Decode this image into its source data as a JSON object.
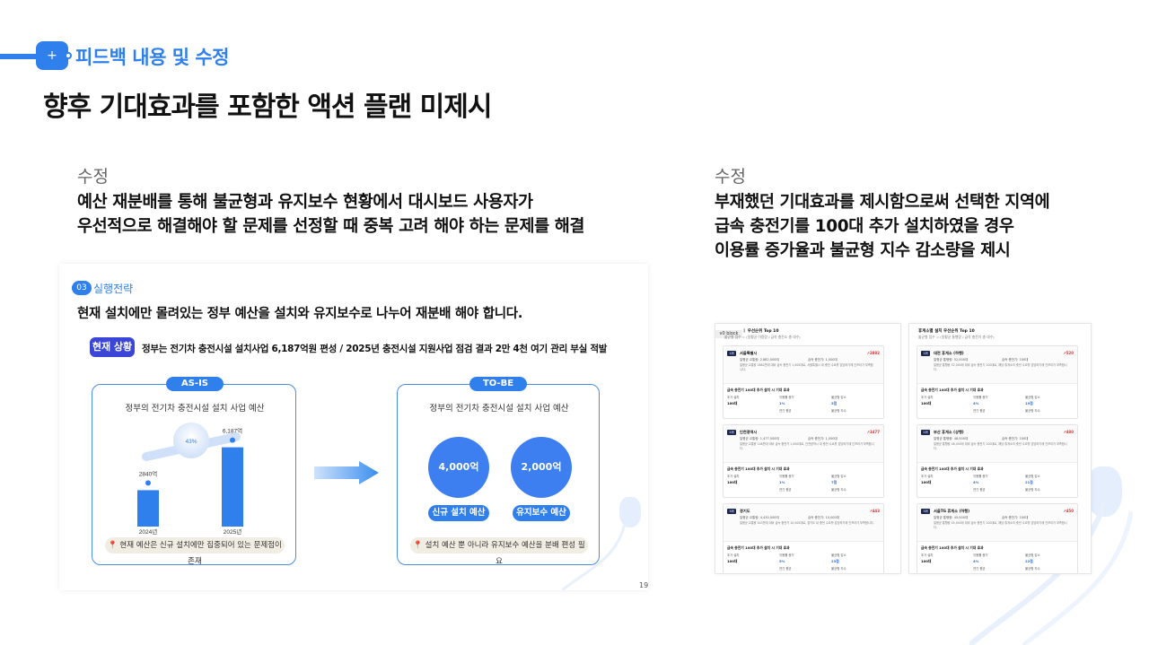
{
  "header": {
    "plus_icon": "plus-icon",
    "section_label": "피드백 내용 및 수정",
    "main_title": "향후 기대효과를 포함한 액션 플랜 미제시"
  },
  "left": {
    "label": "수정",
    "body_line1": "예산 재분배를 통해 불균형과 유지보수 현황에서 대시보드 사용자가",
    "body_line2": "우선적으로 해결해야 할 문제를 선정할 때 중복 고려 해야 하는 문제를 해결"
  },
  "right": {
    "label": "수정",
    "body_line1": "부재했던 기대효과를 제시함으로써 선택한 지역에",
    "body_line2": "급속 충전기를 100대 추가 설치하였을 경우",
    "body_line3": "이용률 증가율과 불균형 지수 감소량을 제시"
  },
  "slide": {
    "section_num": "03",
    "section_title": "실행전략",
    "headline": "현재 설치에만 몰려있는 정부 예산을 설치와 유지보수로 나누어 재분배 해야 합니다.",
    "badge": "현재 상황",
    "badge_text": "정부는 전기차 충전시설 설치사업 6,187억원 편성 / 2025년 충전시설 지원사업 점검 결과 2만 4천 여기 관리 부실 적발",
    "asis": {
      "tab": "AS-IS",
      "title": "정부의 전기차 충전시설 설치 사업 예산",
      "growth": "43%",
      "note": "현재 예산은 신규 설치에만 집중되어 있는 문제점이 존재"
    },
    "tobe": {
      "tab": "TO-BE",
      "title": "정부의 전기차 충전시설 설치 사업 예산",
      "circle1": "4,000억",
      "circle2": "2,000억",
      "chip1": "신규 설치 예산",
      "chip2": "유지보수 예산",
      "note": "설치 예산 뿐 아니라 유지보수 예산을 분배 편성 필요"
    },
    "page_number": "19",
    "pin_icon": "pin-icon",
    "arrow_icon": "arrow-right-icon"
  },
  "chart_data": {
    "type": "bar",
    "categories": [
      "2024년",
      "2025년"
    ],
    "values": [
      2840,
      6187
    ],
    "value_labels": [
      "2840억",
      "6,187억"
    ],
    "title": "정부의 전기차 충전시설 설치 사업 예산",
    "xlabel": "",
    "ylabel": "",
    "ylim": [
      0,
      7000
    ]
  },
  "dash_left": {
    "tag": "v0 block",
    "title": "ㅣ 우선순위 Top 10",
    "subtitle": "불균형 점수 = (일평균 이용량 / 급속 충전소 총 대수)",
    "cards": [
      {
        "rank": "1위",
        "name": "서울특별시",
        "delta": "↗2882",
        "l1a": "일평균 교통량: 2,882,000대",
        "l1b": "급속 충전기: 1,000대",
        "desc": "일평균 교통량 2882만대 대비 급속 충전기 1,000대로, 서울특별시 내 충전 수요를 감당하기에 인프라가 부족합니다.",
        "sec": "급속 충전기 100대 추가 설치 시 기대 효과",
        "h1": "추가 설치",
        "h2": "이용률 증가",
        "h3": "불균형 감소",
        "v1": "100대",
        "v2": "1%",
        "v3": "3점",
        "f2": "연간 평균",
        "f3": "불균형 지수"
      },
      {
        "rank": "2위",
        "name": "인천광역시",
        "delta": "↗1477",
        "l1a": "일평균 교통량: 1,477,000대",
        "l1b": "급속 충전기: 1,000대",
        "desc": "일평균 교통량 148만대 대비 급속 충전기 1,000대로, 인천광역시 내 충전 수요를 감당하기에 인프라가 부족합니다.",
        "sec": "급속 충전기 100대 추가 설치 시 기대 효과",
        "h1": "추가 설치",
        "h2": "이용률 증가",
        "h3": "불균형 감소",
        "v1": "100대",
        "v2": "1%",
        "v3": "7점",
        "f2": "연간 평균",
        "f3": "불균형 지수"
      },
      {
        "rank": "3위",
        "name": "경기도",
        "delta": "↗443",
        "l1a": "일평균 교통량: 4,430,000대",
        "l1b": "급속 충전기: 10,000대",
        "desc": "일평균 교통량 443만대 대비 급속 충전기 10,000대로, 경기도 내 충전 수요를 감당하기에 인프라가 부족합니다.",
        "sec": "급속 충전기 100대 추가 설치 시 기대 효과",
        "h1": "추가 설치",
        "h2": "이용률 증가",
        "h3": "불균형 감소",
        "v1": "100대",
        "v2": "5%",
        "v3": "23점",
        "f2": "연간 평균",
        "f3": "불균형 지수"
      }
    ]
  },
  "dash_right": {
    "title": "휴게소별 설치 우선순위 Top 10",
    "subtitle": "불균형 점수 = (일평균 통행량 / 급속 충전기 총 대수)",
    "cards": [
      {
        "rank": "1위",
        "name": "대전 휴게소 (하행)",
        "delta": "↗520",
        "l1a": "일평균 통행량: 52,000대",
        "l1b": "급속 충전기: 100대",
        "desc": "일평균 통행량 52,000대 대비 급속 충전기 100대로, 해당 휴게소의 충전 수요를 감당하기에 인프라가 부족합니다.",
        "sec": "급속 충전기 100대 추가 설치 시 기대 효과",
        "h1": "추가 설치",
        "h2": "이용률 증가",
        "h3": "불균형 감소",
        "v1": "100대",
        "v2": "4%",
        "v3": "19점",
        "f2": "연간 평균",
        "f3": "불균형 지수"
      },
      {
        "rank": "2위",
        "name": "부산 휴게소 (상행)",
        "delta": "↗480",
        "l1a": "일평균 통행량: 48,000대",
        "l1b": "급속 충전기: 100대",
        "desc": "일평균 통행량 48,000대 대비 급속 충전기 100대로, 해당 휴게소의 충전 수요를 감당하기에 인프라가 부족합니다.",
        "sec": "급속 충전기 100대 추가 설치 시 기대 효과",
        "h1": "추가 설치",
        "h2": "이용률 증가",
        "h3": "불균형 감소",
        "v1": "100대",
        "v2": "4%",
        "v3": "21점",
        "f2": "연간 평균",
        "f3": "불균형 지수"
      },
      {
        "rank": "3위",
        "name": "서울TG 휴게소 (하행)",
        "delta": "↗450",
        "l1a": "일평균 통행량: 45,000대",
        "l1b": "급속 충전기: 100대",
        "desc": "일평균 통행량 45,000대 대비 급속 충전기 100대로, 해당 휴게소의 충전 수요를 감당하기에 인프라가 부족합니다.",
        "sec": "급속 충전기 100대 추가 설치 시 기대 효과",
        "h1": "추가 설치",
        "h2": "이용률 증가",
        "h3": "불균형 감소",
        "v1": "100대",
        "v2": "4%",
        "v3": "22점",
        "f2": "연간 평균",
        "f3": "불균형 지수"
      }
    ]
  }
}
